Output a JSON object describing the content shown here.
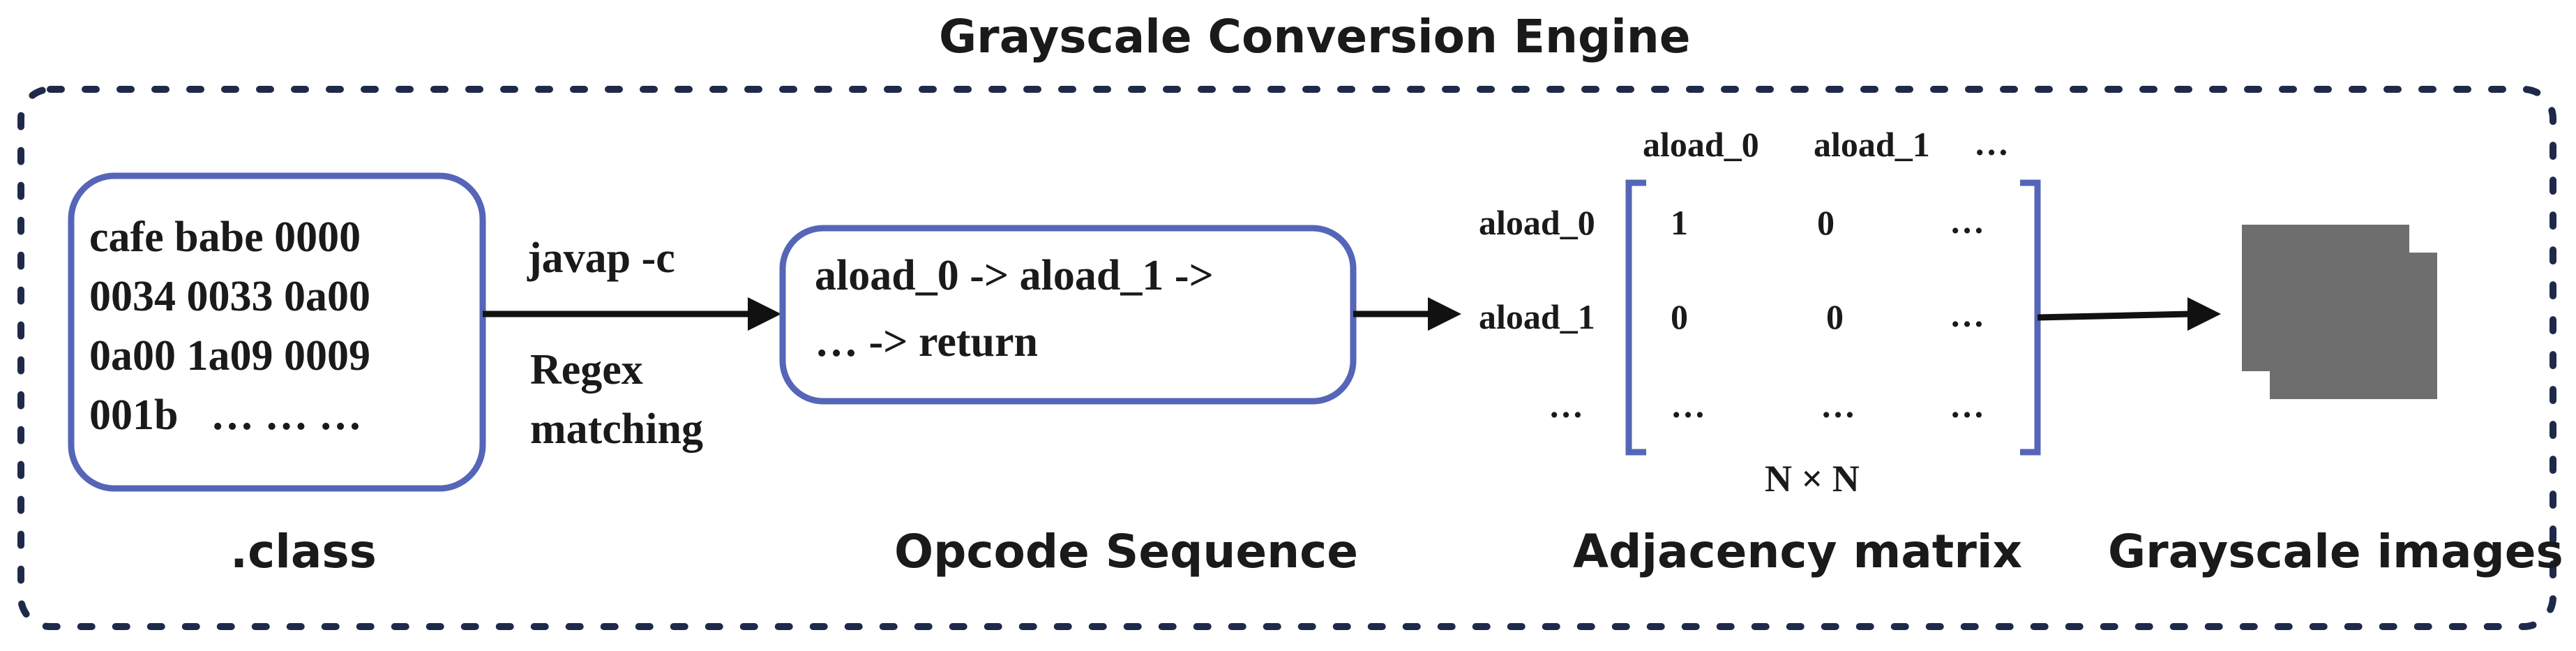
{
  "title": "Grayscale Conversion Engine",
  "class_box": {
    "lines": [
      "cafe babe 0000",
      "0034 0033 0a00",
      "0a00 1a09 0009",
      "001b   … … …"
    ],
    "caption": ".class"
  },
  "arrow1": {
    "top_label": "javap -c",
    "bottom_label_line1": "Regex",
    "bottom_label_line2": "matching"
  },
  "opcode_box": {
    "lines": [
      "aload_0 -> aload_1 ->",
      "… -> return"
    ],
    "caption": "Opcode Sequence"
  },
  "matrix": {
    "col_headers": [
      "aload_0",
      "aload_1",
      "…"
    ],
    "row_headers": [
      "aload_0",
      "aload_1",
      "…"
    ],
    "cells": [
      [
        "1",
        "0",
        "…"
      ],
      [
        "0",
        "0",
        "…"
      ],
      [
        "…",
        "…",
        "…"
      ]
    ],
    "size_label": "N × N",
    "caption": "Adjacency matrix"
  },
  "images": {
    "caption": "Grayscale images",
    "fill_color": "#6e6e6e"
  },
  "colors": {
    "box_border": "#5566b8",
    "frame": "#1f2a4a",
    "arrow": "#111111"
  }
}
